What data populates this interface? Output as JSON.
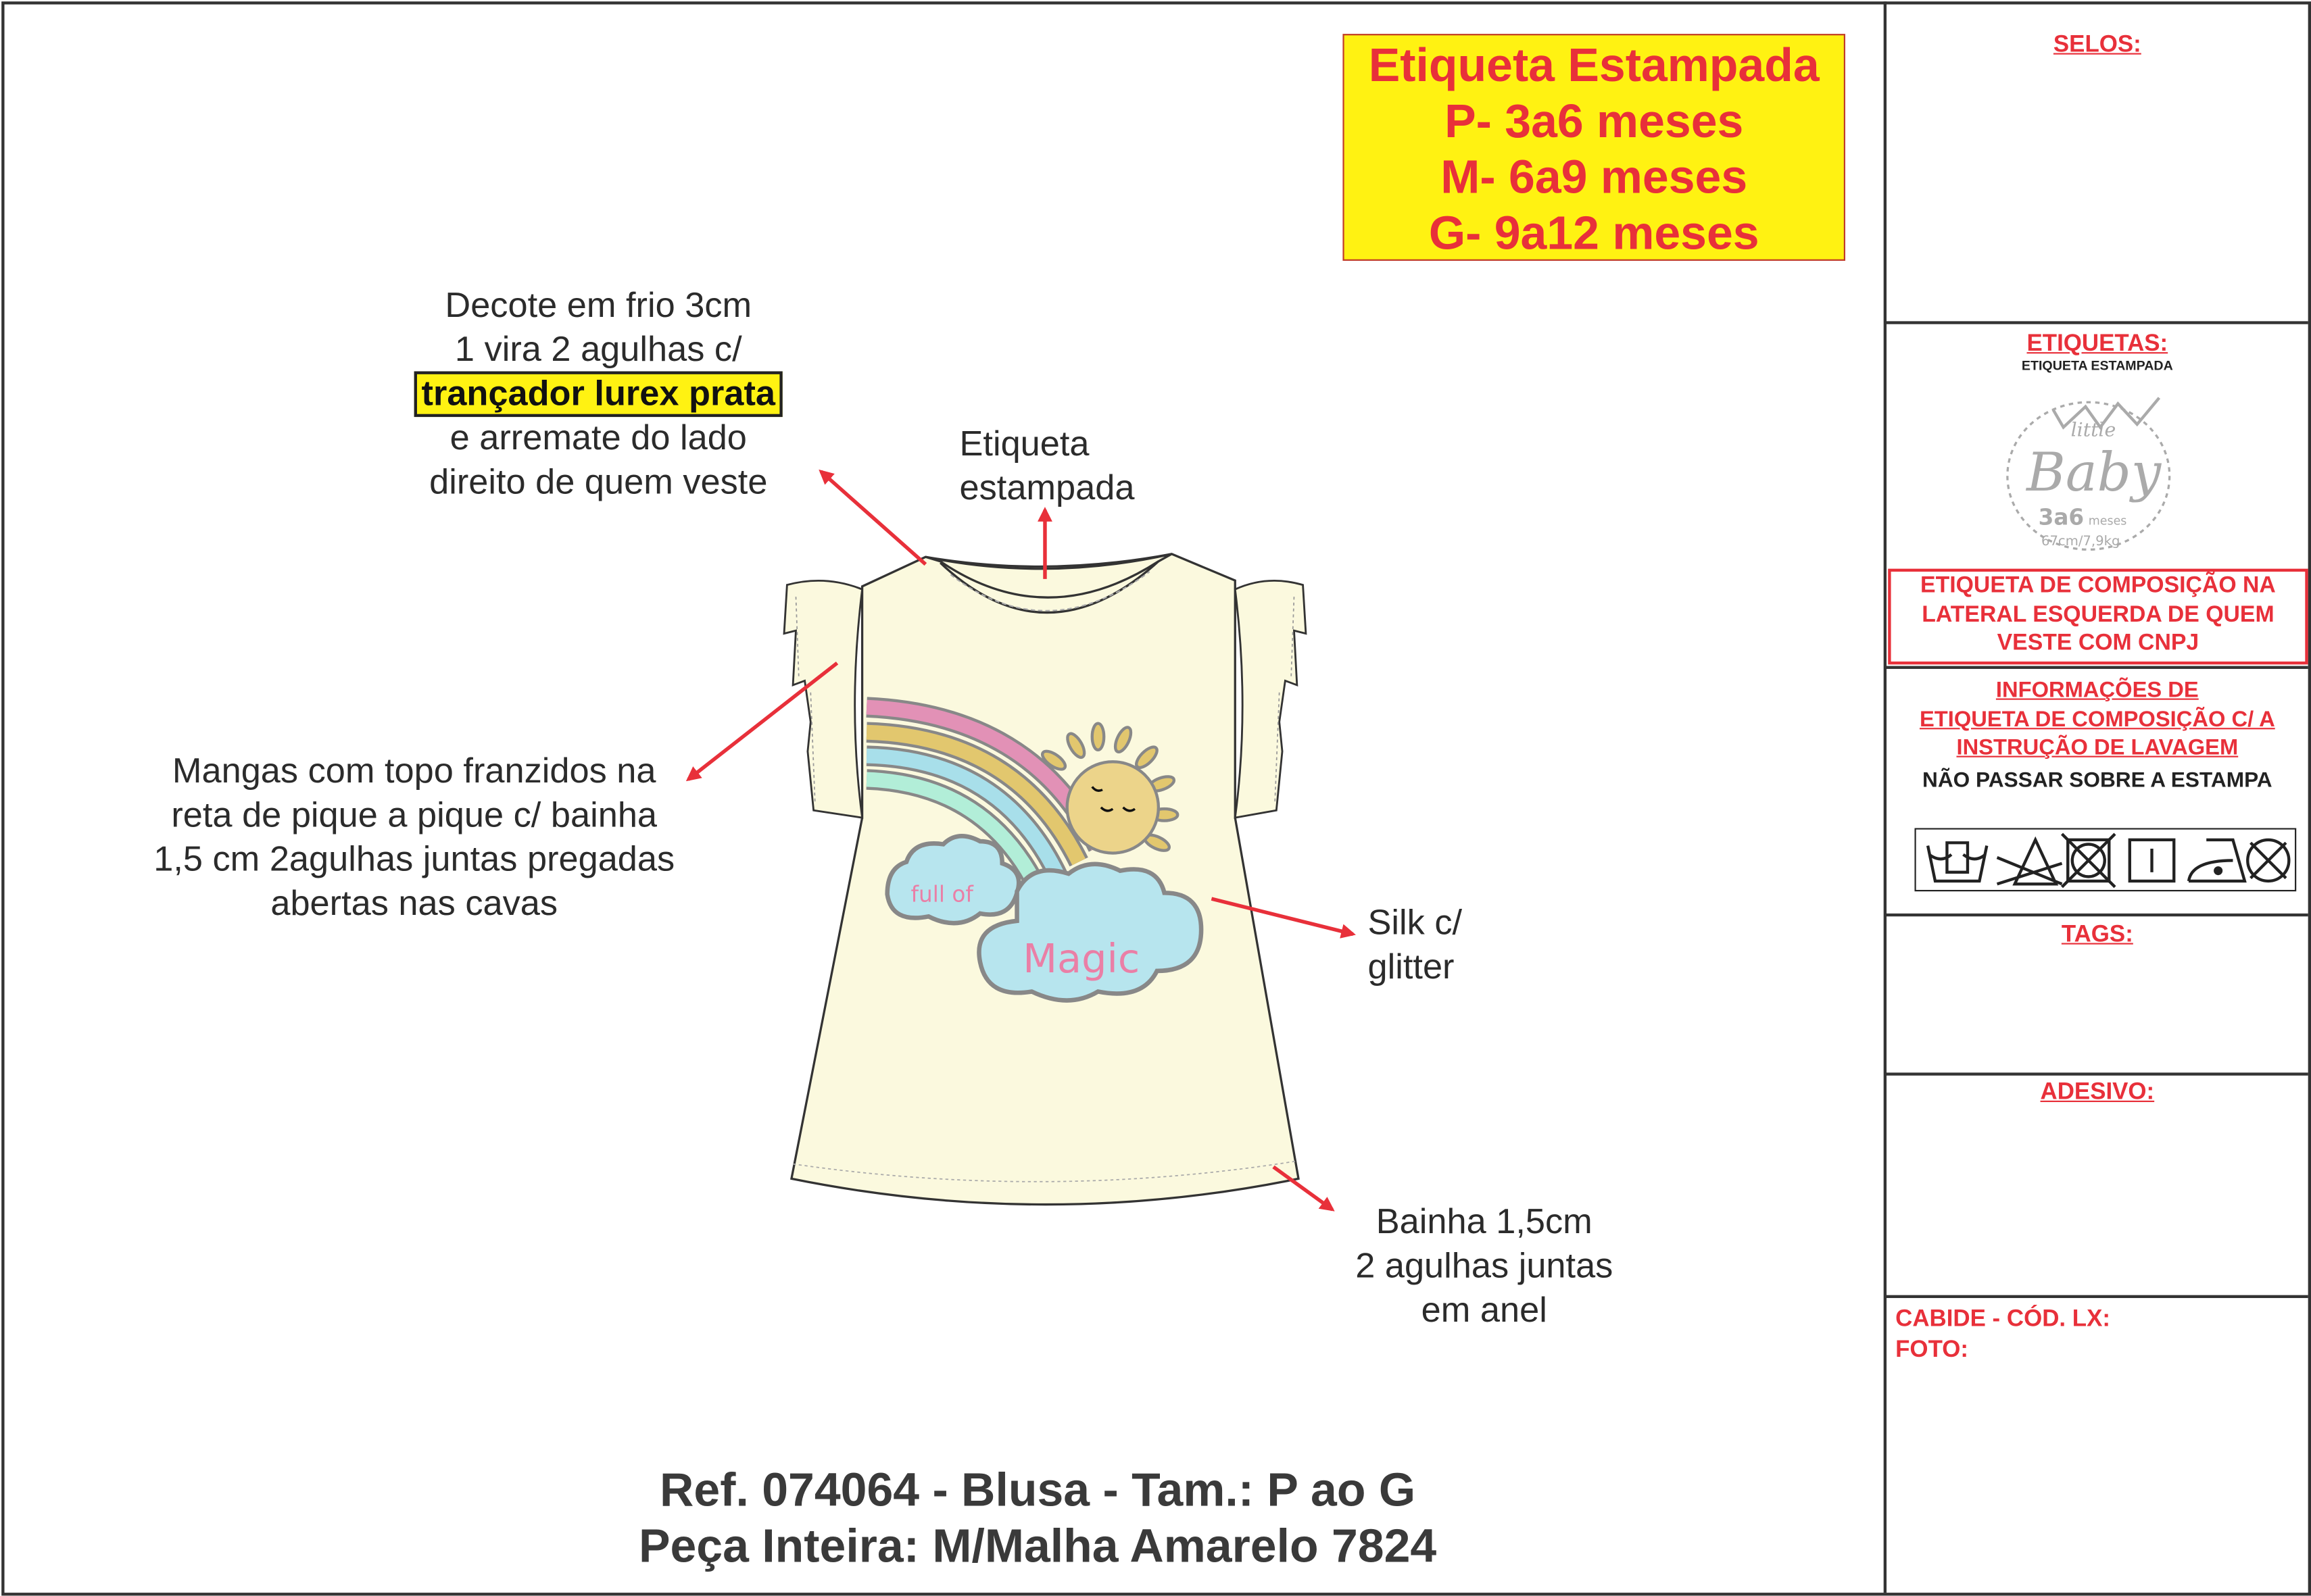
{
  "size_label_box": {
    "title": "Etiqueta Estampada",
    "sizes": [
      "P- 3a6 meses",
      "M- 6a9 meses",
      "G- 9a12 meses"
    ]
  },
  "annotations": {
    "neckline": {
      "lines": [
        "Decote em frio 3cm",
        "1 vira 2 agulhas c/",
        "e arremate do lado",
        "direito de quem veste"
      ],
      "highlight": "trançador lurex prata"
    },
    "label": [
      "Etiqueta",
      "estampada"
    ],
    "sleeves": [
      "Mangas com topo franzidos na",
      "reta de pique a pique c/ bainha",
      "1,5 cm 2agulhas juntas pregadas",
      "abertas nas cavas"
    ],
    "print": [
      "Silk c/",
      "glitter"
    ],
    "hem": [
      "Bainha 1,5cm",
      "2 agulhas juntas",
      "em anel"
    ]
  },
  "artwork": {
    "small_text": "full of",
    "big_text": "Magic"
  },
  "footer": {
    "line1": "Ref. 074064 - Blusa - Tam.: P ao G",
    "line2": "Peça Inteira: M/Malha Amarelo 7824"
  },
  "side_panel": {
    "selos": "SELOS:",
    "etiquetas": "ETIQUETAS:",
    "etiquetas_sub": "ETIQUETA ESTAMPADA",
    "logo": {
      "top": "little",
      "brand": "Baby",
      "size": "3a6",
      "unit": "meses",
      "measure": "67cm/7,9kg"
    },
    "composition_box": [
      "ETIQUETA DE COMPOSIÇÃO NA",
      "LATERAL ESQUERDA DE QUEM",
      "VESTE COM CNPJ"
    ],
    "info": [
      "INFORMAÇÕES DE",
      "ETIQUETA DE COMPOSIÇÃO C/ A",
      "INSTRUÇÃO DE LAVAGEM"
    ],
    "warning": "NÃO PASSAR SOBRE A ESTAMPA",
    "care_icons": [
      "hand-wash-icon",
      "no-bleach-icon",
      "no-tumble-dry-icon",
      "line-dry-icon",
      "iron-low-icon",
      "no-dry-clean-icon"
    ],
    "tags": "TAGS:",
    "adesivo": "ADESIVO:",
    "cabide": "CABIDE - CÓD. LX:",
    "foto": "FOTO:"
  },
  "colors": {
    "red": "#e8303a",
    "yellow": "#fff212",
    "shirt": "#fbf9de"
  }
}
